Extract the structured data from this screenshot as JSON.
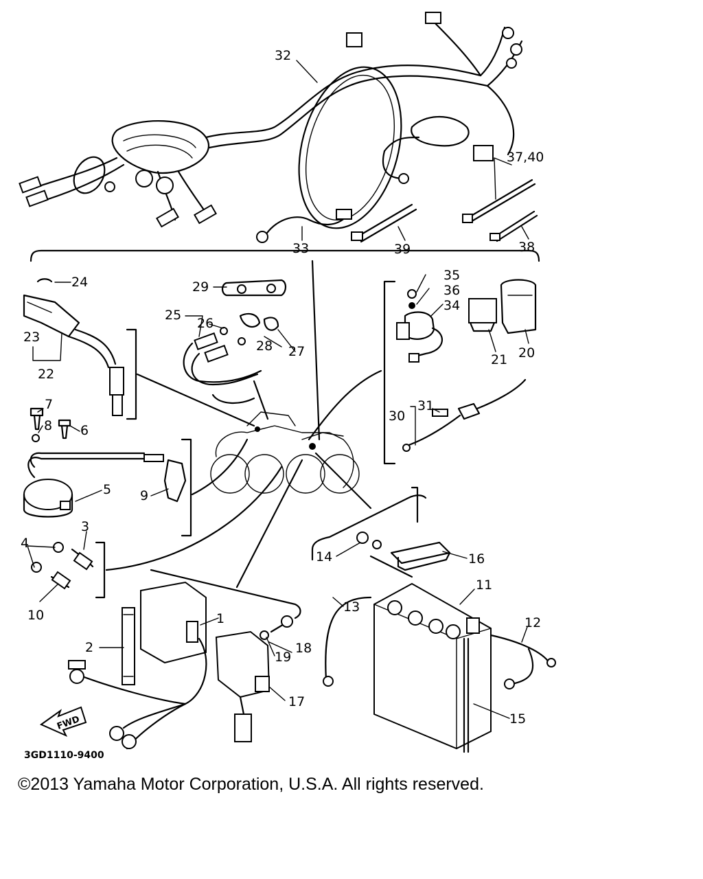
{
  "diagram": {
    "part_number": "3GD1110-9400",
    "fwd_label": "FWD",
    "callouts": {
      "c1": "1",
      "c2": "2",
      "c3": "3",
      "c4": "4",
      "c5": "5",
      "c6": "6",
      "c7": "7",
      "c8": "8",
      "c9": "9",
      "c10": "10",
      "c11": "11",
      "c12": "12",
      "c13": "13",
      "c14": "14",
      "c15": "15",
      "c16": "16",
      "c17": "17",
      "c18": "18",
      "c19": "19",
      "c20": "20",
      "c21": "21",
      "c22": "22",
      "c23": "23",
      "c24": "24",
      "c25": "25",
      "c26": "26",
      "c27": "27",
      "c28": "28",
      "c29": "29",
      "c30": "30",
      "c31": "31",
      "c32": "32",
      "c33": "33",
      "c34": "34",
      "c35": "35",
      "c36": "36",
      "c37_40": "37,40",
      "c38": "38",
      "c39": "39"
    }
  },
  "copyright": "©2013 Yamaha Motor Corporation, U.S.A. All rights reserved."
}
